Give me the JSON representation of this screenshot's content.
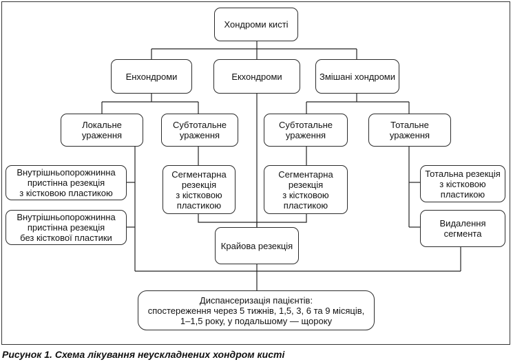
{
  "nodes": {
    "root": "Хондроми кисті",
    "enchondromas": "Енхондроми",
    "ecchondromas": "Екхондроми",
    "mixed": "Змішані хондроми",
    "local": "Локальне\nураження",
    "subtotal_left": "Субтотальне\nураження",
    "subtotal_right": "Субтотальне\nураження",
    "total": "Тотальне\nураження",
    "intracavitary_with_graft": "Внутрішньопорожнинна\nпристінна резекція\nз кістковою пластикою",
    "intracavitary_without_graft": "Внутрішньопорожнинна\nпристінна резекція\nбез кісткової пластики",
    "segmental_left": "Сегментарна\nрезекція\nз кістковою\nпластикою",
    "segmental_right": "Сегментарна\nрезекція\nз кістковою\nпластикою",
    "total_resection": "Тотальна резекція\nз кістковою\nпластикою",
    "segment_removal": "Видалення\nсегмента",
    "marginal_resection": "Крайова резекція",
    "follow_up": "Диспансеризація пацієнтів:\nспостереження через 5 тижнів, 1,5, 3, 6 та 9 місяців,\n1–1,5 року, у подальшому — щороку"
  },
  "caption": "Рисунок 1. Схема лікування неускладнених хондром кисті"
}
